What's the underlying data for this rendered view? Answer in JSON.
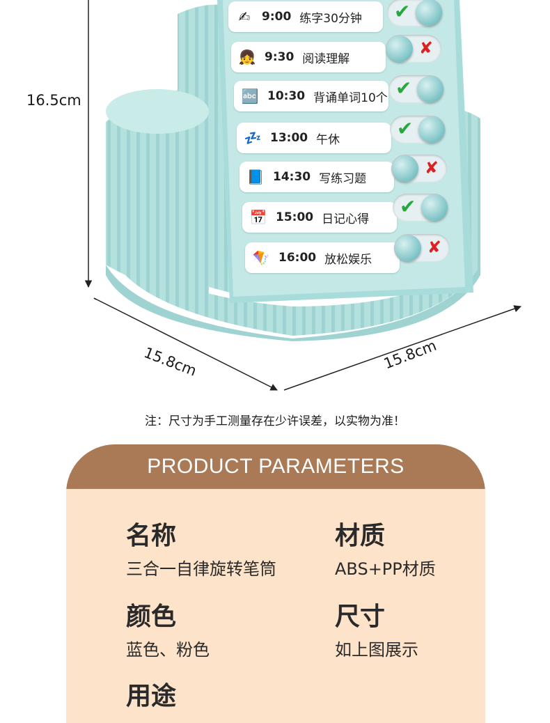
{
  "dimensions": {
    "height": "16.5cm",
    "depth": "15.8cm",
    "width": "15.8cm"
  },
  "schedule": [
    {
      "time": "9:00",
      "task": "练字30分钟",
      "status": "done",
      "icon": "student-writing-icon"
    },
    {
      "time": "9:30",
      "task": "阅读理解",
      "status": "not-done",
      "icon": "girl-reading-icon"
    },
    {
      "time": "10:30",
      "task": "背诵单词10个",
      "status": "done",
      "icon": "abc-blocks-icon"
    },
    {
      "time": "13:00",
      "task": "午休",
      "status": "done",
      "icon": "sleep-icon"
    },
    {
      "time": "14:30",
      "task": "写练习题",
      "status": "not-done",
      "icon": "workbook-icon"
    },
    {
      "time": "15:00",
      "task": "日记心得",
      "status": "done",
      "icon": "calendar-icon"
    },
    {
      "time": "16:00",
      "task": "放松娱乐",
      "status": "not-done",
      "icon": "kite-icon"
    }
  ],
  "note": "注：尺寸为手工测量存在少许误差，以实物为准！",
  "parameters": {
    "title": "PRODUCT PARAMETERS",
    "items": [
      {
        "name": "名称",
        "value": "三合一自律旋转笔筒"
      },
      {
        "name": "材质",
        "value": "ABS+PP材质"
      },
      {
        "name": "颜色",
        "value": "蓝色、粉色"
      },
      {
        "name": "尺寸",
        "value": "如上图展示"
      },
      {
        "name": "用途",
        "value": ""
      }
    ]
  },
  "colors": {
    "product": "#b6e2e0",
    "panel_bg": "#fde3c9",
    "panel_header": "#a97a55",
    "check": "#2aa640",
    "cross": "#e02020"
  }
}
